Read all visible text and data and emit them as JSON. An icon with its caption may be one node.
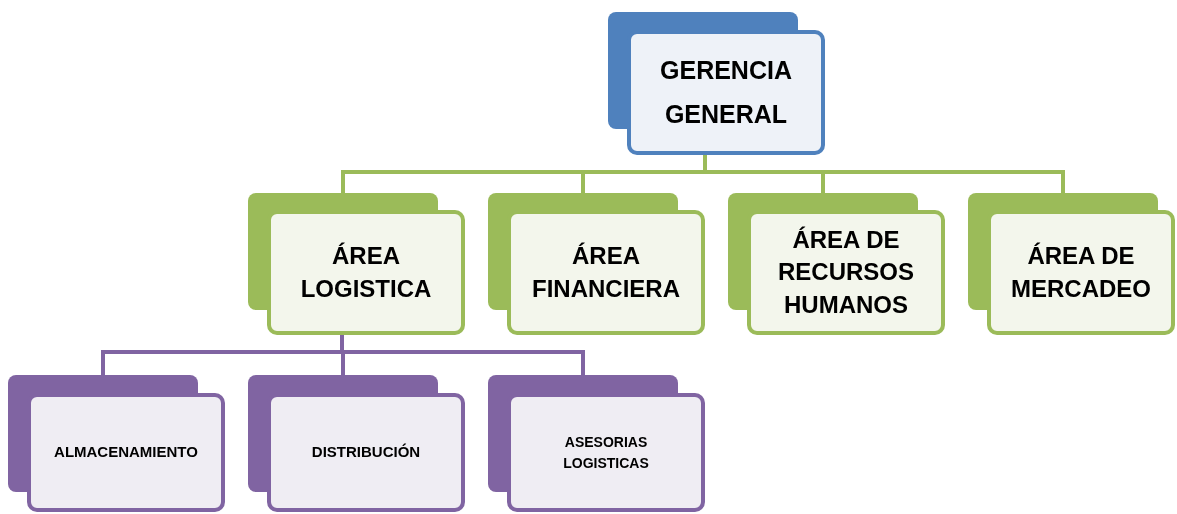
{
  "diagram": {
    "nodes": [
      {
        "text": [
          "GERENCIA GENERAL"
        ]
      },
      {
        "text": [
          "ÁREA LOGISTICA"
        ]
      },
      {
        "text": [
          "ÁREA FINANCIERA"
        ]
      },
      {
        "text": [
          "ÁREA DE RECURSOS HUMANOS"
        ]
      },
      {
        "text": [
          "ÁREA DE MERCADEO"
        ]
      },
      {
        "text": [
          "ALMACENAMIENTO"
        ]
      },
      {
        "text": [
          "DISTRIBUCIÓN"
        ]
      },
      {
        "text": [
          "ASESORIAS LOGISTICAS"
        ]
      }
    ],
    "edges": [
      {
        "from": 0,
        "to": 1,
        "arrow": "none",
        "color": "#9bbb59"
      },
      {
        "from": 0,
        "to": 2,
        "arrow": "none",
        "color": "#9bbb59"
      },
      {
        "from": 0,
        "to": 3,
        "arrow": "none",
        "color": "#9bbb59"
      },
      {
        "from": 0,
        "to": 4,
        "arrow": "none",
        "color": "#9bbb59"
      },
      {
        "from": 1,
        "to": 5,
        "arrow": "none",
        "color": "#8064a2"
      },
      {
        "from": 1,
        "to": 6,
        "arrow": "none",
        "color": "#8064a2"
      },
      {
        "from": 1,
        "to": 7,
        "arrow": "none",
        "color": "#8064a2"
      }
    ]
  }
}
